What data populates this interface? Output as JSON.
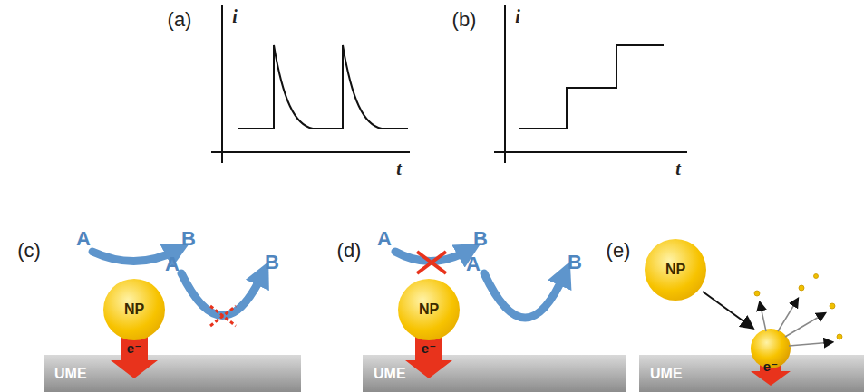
{
  "diagram": {
    "nodes": [
      {
        "text": [
          "NP"
        ]
      },
      {
        "text": [
          "UME"
        ]
      },
      {
        "text": [
          "NP"
        ]
      },
      {
        "text": [
          "UME"
        ]
      },
      {
        "text": [
          "NP"
        ]
      },
      {
        "text": [
          "UME"
        ]
      }
    ],
    "labels": [
      "(a)",
      "i",
      "t",
      "(b)",
      "i",
      "t",
      "(c)",
      "A",
      "B",
      "A",
      "B",
      "e⁻",
      "(d)",
      "A",
      "B",
      "A",
      "B",
      "e⁻",
      "(e)",
      "e⁻"
    ]
  }
}
